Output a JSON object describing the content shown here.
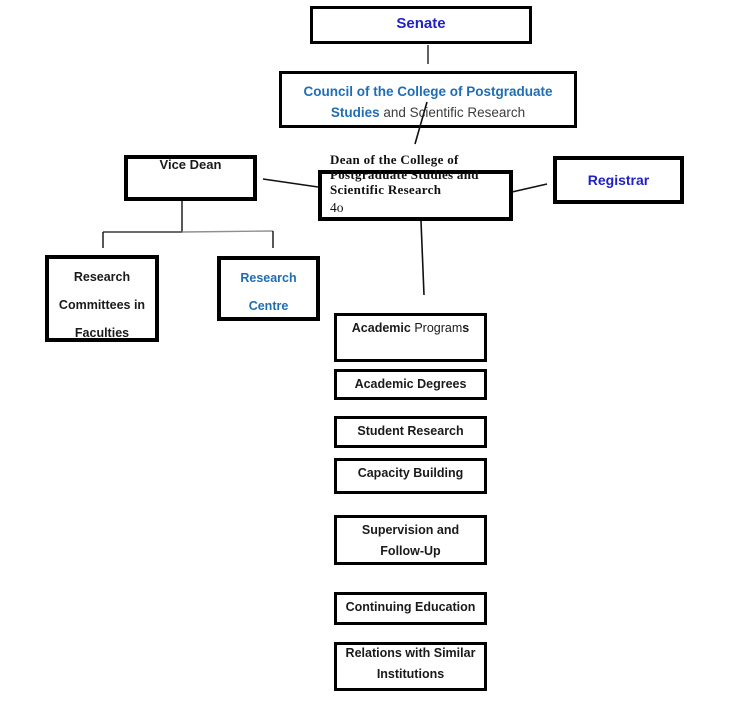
{
  "diagram": {
    "senate": {
      "label": "Senate"
    },
    "council": {
      "line1": "Council of the College of Postgraduate",
      "line2_bold": "Studies",
      "line2_rest": " and Scientific Research"
    },
    "vice_dean": {
      "label": "Vice Dean"
    },
    "dean": {
      "line1": "Dean of the College of",
      "line2": "Postgraduate Studies and",
      "line3": "Scientific Research",
      "note": "4o"
    },
    "registrar": {
      "label": "Registrar"
    },
    "research_committees": {
      "line1": "Research",
      "line2": "Committees in",
      "line3": "Faculties"
    },
    "research_centre": {
      "line1": "Research",
      "line2": "Centre"
    },
    "functions": [
      {
        "bold_start": "Academic",
        "regular_mid": " Program",
        "bold_end": "s"
      },
      {
        "line1": "Academic Degrees"
      },
      {
        "line1": "Student Research"
      },
      {
        "line1": "Capacity Building"
      },
      {
        "line1": "Supervision and",
        "line2": "Follow-Up"
      },
      {
        "line1": "Continuing Education"
      },
      {
        "line1": "Relations with Similar",
        "line2": "Institutions"
      }
    ]
  },
  "colors": {
    "navy_blue": "#2021C8",
    "medium_blue": "#1F6DB5",
    "text_black": "#1A1A1A",
    "text_gray": "#3D3D3D",
    "box_border": "#000000"
  }
}
